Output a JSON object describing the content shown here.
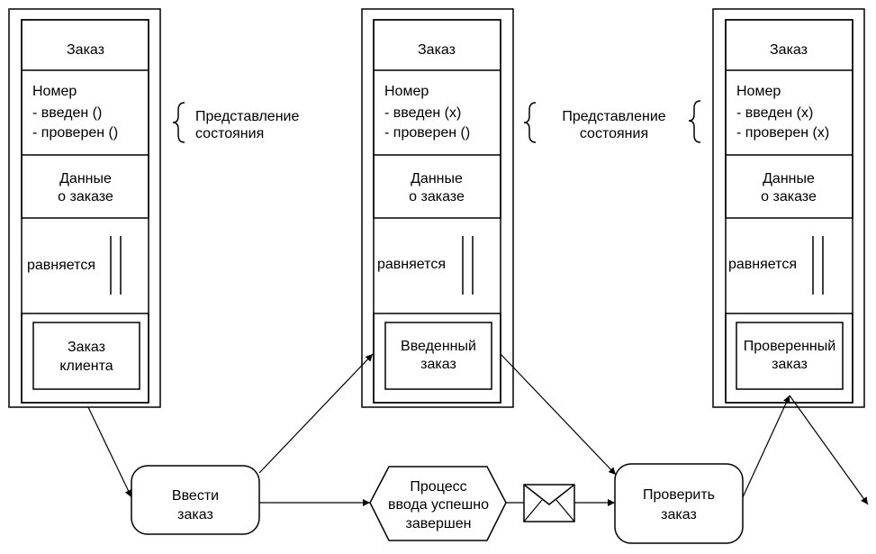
{
  "columns": [
    {
      "class_name": "Заказ",
      "attributes": [
        "Номер",
        "- введен ()",
        "- проверен ()"
      ],
      "data_section": [
        "Данные",
        "о заказе"
      ],
      "relation_label": "равняется",
      "state_name": [
        "Заказ",
        "клиента"
      ],
      "state_label": [
        "Представление",
        "состояния"
      ]
    },
    {
      "class_name": "Заказ",
      "attributes": [
        "Номер",
        "- введен (x)",
        "- проверен ()"
      ],
      "data_section": [
        "Данные",
        "о заказе"
      ],
      "relation_label": "равняется",
      "state_name": [
        "Введенный",
        "заказ"
      ],
      "state_label": [
        "Представление",
        "состояния"
      ]
    },
    {
      "class_name": "Заказ",
      "attributes": [
        "Номер",
        "- введен (x)",
        "- проверен (x)"
      ],
      "data_section": [
        "Данные",
        "о заказе"
      ],
      "relation_label": "равняется",
      "state_name": [
        "Проверенный",
        "заказ"
      ],
      "state_label": []
    }
  ],
  "process": {
    "enter_order": [
      "Ввести",
      "заказ"
    ],
    "event": [
      "Процесс",
      "ввода успешно",
      "завершен"
    ],
    "check_order": [
      "Проверить",
      "заказ"
    ],
    "message_icon": "envelope-icon"
  },
  "colors": {
    "line": "#000000",
    "background": "#ffffff"
  }
}
